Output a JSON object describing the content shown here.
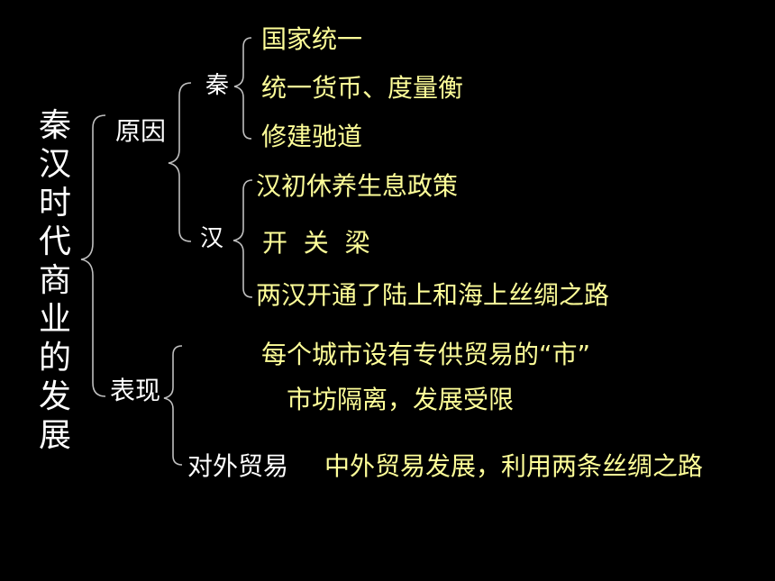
{
  "colors": {
    "background": "#000000",
    "heading": "#ffffff",
    "detail": "#ffff99",
    "brace": "#bfbfbf"
  },
  "root": {
    "title": "秦汉时代商业的发展"
  },
  "reasons": {
    "label": "原因",
    "qin": {
      "label": "秦",
      "items": [
        "国家统一",
        "统一货币、度量衡",
        "修建驰道"
      ]
    },
    "han": {
      "label": "汉",
      "items": [
        "汉初休养生息政策",
        "开  关  梁",
        "两汉开通了陆上和海上丝绸之路"
      ]
    }
  },
  "manifestations": {
    "label": "表现",
    "items": [
      "每个城市设有专供贸易的“市”",
      "市坊隔离，发展受限"
    ],
    "foreign_trade": {
      "label": "对外贸易",
      "text": "中外贸易发展，利用两条丝绸之路"
    }
  }
}
